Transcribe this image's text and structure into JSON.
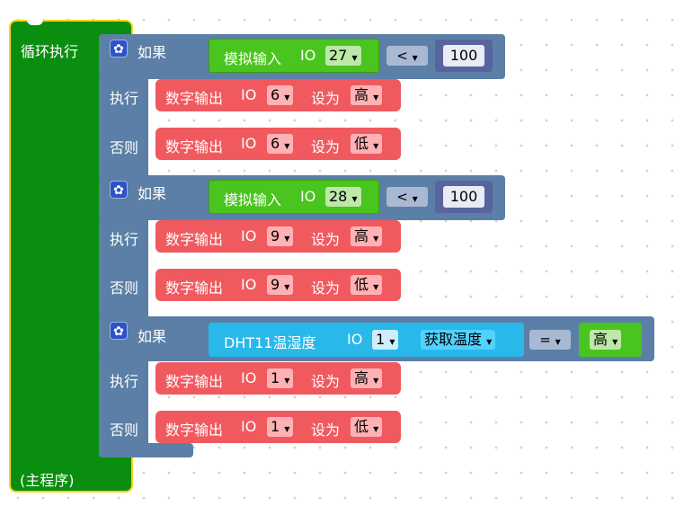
{
  "loop": {
    "label": "循环执行",
    "footer": "(主程序)"
  },
  "if_blocks": [
    {
      "if_label": "如果",
      "then_label": "执行",
      "else_label": "否则",
      "condition": {
        "analog_label": "模拟输入",
        "io_label": "IO",
        "pin": "27",
        "operator": "<",
        "value": "100"
      },
      "then": {
        "label": "数字输出",
        "io_label": "IO",
        "pin": "6",
        "set_label": "设为",
        "state": "高"
      },
      "else": {
        "label": "数字输出",
        "io_label": "IO",
        "pin": "6",
        "set_label": "设为",
        "state": "低"
      }
    },
    {
      "if_label": "如果",
      "then_label": "执行",
      "else_label": "否则",
      "condition": {
        "analog_label": "模拟输入",
        "io_label": "IO",
        "pin": "28",
        "operator": "<",
        "value": "100"
      },
      "then": {
        "label": "数字输出",
        "io_label": "IO",
        "pin": "9",
        "set_label": "设为",
        "state": "高"
      },
      "else": {
        "label": "数字输出",
        "io_label": "IO",
        "pin": "9",
        "set_label": "设为",
        "state": "低"
      }
    },
    {
      "if_label": "如果",
      "then_label": "执行",
      "else_label": "否则",
      "condition": {
        "sensor_label": "DHT11温湿度",
        "io_label": "IO",
        "pin": "1",
        "reading": "获取温度",
        "operator": "=",
        "value": "高"
      },
      "then": {
        "label": "数字输出",
        "io_label": "IO",
        "pin": "1",
        "set_label": "设为",
        "state": "高"
      },
      "else": {
        "label": "数字输出",
        "io_label": "IO",
        "pin": "1",
        "set_label": "设为",
        "state": "低"
      }
    }
  ],
  "icons": {
    "gear": "gear-icon",
    "dropdown": "chevron-down-icon"
  },
  "colors": {
    "loop": "#0a8e10",
    "loop_border": "#ffd21a",
    "if": "#5b7fa6",
    "analog": "#4ac41e",
    "digital": "#f05a5f",
    "dht": "#29b8ea",
    "number": "#59639e"
  }
}
